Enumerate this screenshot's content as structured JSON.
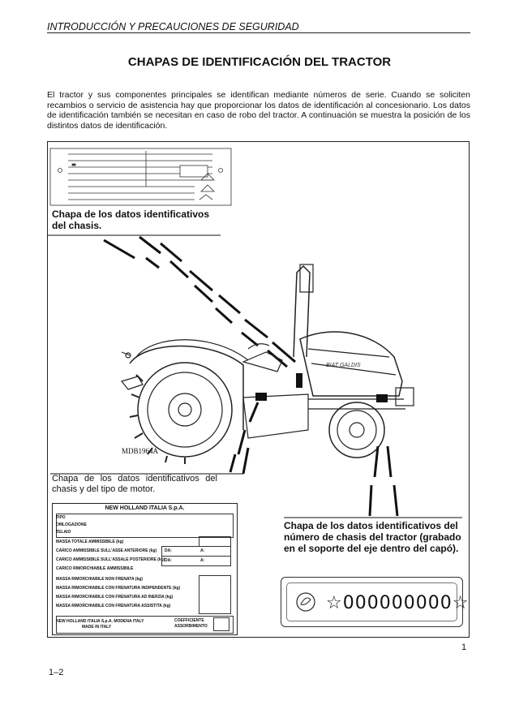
{
  "header": {
    "section": "INTRODUCCIÓN Y PRECAUCIONES DE SEGURIDAD"
  },
  "title": "CHAPAS DE IDENTIFICACIÓN DEL TRACTOR",
  "intro": "El tractor y sus componentes principales se identifican mediante números de serie. Cuando se soliciten recambios o servicio de asistencia hay que proporcionar los datos de identificación al concesionario. Los datos de identificación también se necesitan en caso de robo del tractor. A continuación se muestra la posición de los distintos datos de identificación.",
  "labels": {
    "chassis_plate": "Chapa de los datos identificativos del chasis.",
    "chassis_engine_plate": "Chapa de los datos identificativos del chasis y del tipo de motor.",
    "engraved_chassis": "Chapa de los datos identificativos del número de chasis del tractor (grabado en el soporte del eje dentro del capó).",
    "figure_ref": "MDB1964A"
  },
  "id_plate": {
    "company": "NEW HOLLAND ITALIA S.p.A.",
    "rows": {
      "tipo": "TIPO",
      "omologazione": "OMLOGAZIONE",
      "telaio": "TELAIO",
      "massa_totale": "MASSA TOTALE AMMISSIBILE (kg)",
      "carico_anteriore": "CARICO AMMISSIBILE SULL'ASSE ANTERIORE (kg)",
      "carico_posteriore": "CARICO AMMISSIBILE SULL'ASSALE POSTERIORE (kg)",
      "carico_rimorchiabile": "CARICO RIMORCHIABILE AMMISSIBILE",
      "massa_non_frenata": "MASSA RIMORCHIABILE NON FRENATA (kg)",
      "frenatura_indipendente": "MASSA RIMORCHIABILE CON FRENATURA INDIPENDENTE (kg)",
      "frenatura_inerzia": "MASSA RIMORCHIABILE CON FRENATURA AD INERZIA (kg)",
      "frenatura_assistita": "MASSA RIMORCHIABILE CON FRENATURA ASSISTITA (kg)"
    },
    "da": "DA:",
    "a": "A:",
    "footer_left_1": "NEW HOLLAND ITALIA S.p.A. MODENA ITALY",
    "footer_left_2": "MADE IN ITALY",
    "footer_right_1": "COEFFICIENTE",
    "footer_right_2": "ASSORBIMENTO"
  },
  "engraved": {
    "serial": "☆000000000☆",
    "logo_icon": "new-holland-leaf-icon"
  },
  "tractor_badge": "BIAT GALDIS",
  "page": {
    "number": "1",
    "footer": "1–2"
  }
}
